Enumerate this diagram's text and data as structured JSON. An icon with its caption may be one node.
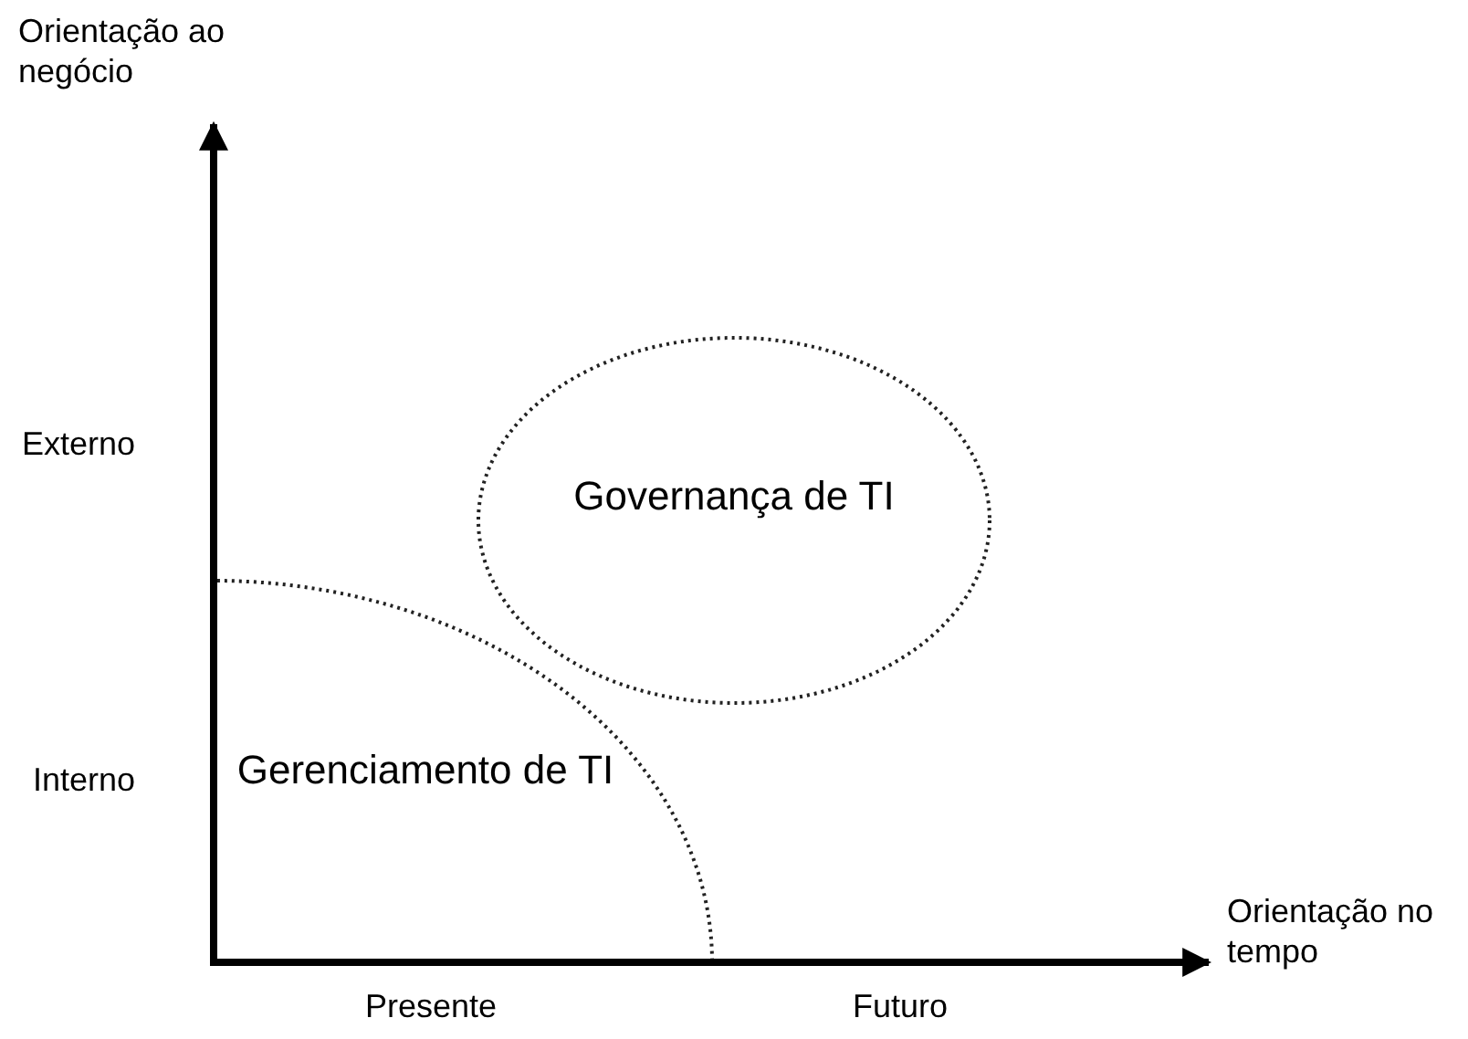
{
  "diagram": {
    "nodes": [
      {
        "text": [
          "Governança de TI"
        ]
      },
      {
        "text": [
          "Gerenciamento de TI"
        ]
      }
    ],
    "labels": [
      "Orientação ao negócio",
      "Externo",
      "Interno",
      "Orientação no tempo",
      "Presente",
      "Futuro"
    ]
  }
}
